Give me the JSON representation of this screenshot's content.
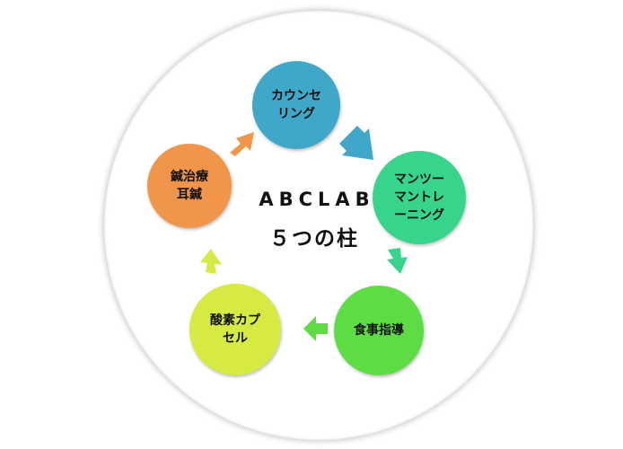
{
  "center": {
    "line1": "ABCLAB",
    "line2": "５つの柱"
  },
  "nodes": [
    {
      "label": "カウンセ\nリング",
      "color": "#3fa8c9"
    },
    {
      "label": "マンツー\nマントレ\nーニング",
      "color": "#37d48c"
    },
    {
      "label": "食事指導",
      "color": "#5ddd43"
    },
    {
      "label": "酸素カプ\nセル",
      "color": "#d6ea43"
    },
    {
      "label": "鍼治療\n耳鍼",
      "color": "#f0954a"
    }
  ],
  "arrows": [
    {
      "from": "カウンセリング",
      "to": "マンツーマントレーニング",
      "color": "#3fa8c9"
    },
    {
      "from": "マンツーマントレーニング",
      "to": "食事指導",
      "color": "#37d48c"
    },
    {
      "from": "食事指導",
      "to": "酸素カプセル",
      "color": "#5ddd43"
    },
    {
      "from": "酸素カプセル",
      "to": "鍼治療・耳鍼",
      "color": "#d6ea43"
    },
    {
      "from": "鍼治療・耳鍼",
      "to": "カウンセリング",
      "color": "#f0954a"
    }
  ]
}
